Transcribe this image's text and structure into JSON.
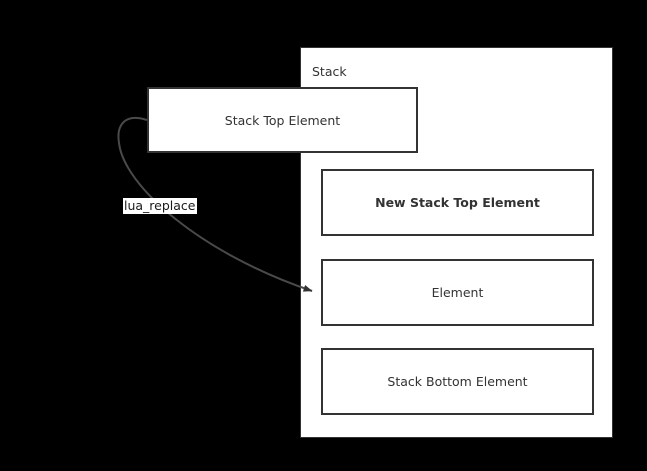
{
  "diagram": {
    "type": "stack-replace-diagram",
    "background_color": "#000000",
    "surface_color": "#ffffff",
    "stroke_color": "#333333",
    "container": {
      "label": "Stack"
    },
    "nodes": [
      {
        "id": "stack-top",
        "label": "Stack Top Element",
        "bold": false
      },
      {
        "id": "new-stack-top",
        "label": "New Stack Top Element",
        "bold": true
      },
      {
        "id": "element",
        "label": "Element",
        "bold": false
      },
      {
        "id": "stack-bottom",
        "label": "Stack Bottom Element",
        "bold": false
      }
    ],
    "edges": [
      {
        "id": "replace-edge",
        "label": "lua_replace",
        "from": "stack-top",
        "to": "element"
      }
    ]
  }
}
